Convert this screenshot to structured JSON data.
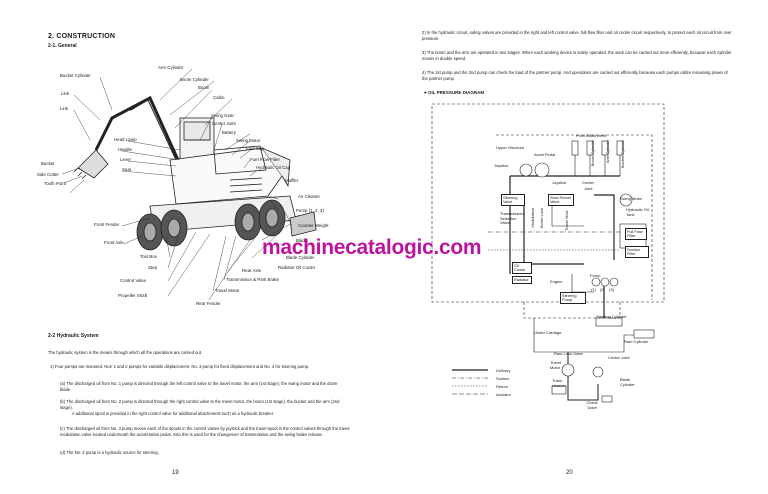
{
  "left_page": {
    "section_title": "2.  CONSTRUCTION",
    "subsection_title": "2-1.  General",
    "labels": {
      "bucket_cylinder": "Bucket Cylinder",
      "link1": "Link",
      "link2": "Link",
      "arm_cylinder": "Arm Cylinder",
      "boom_cylinder": "Boom Cylinder",
      "boom": "Boom",
      "cabin": "Cabin",
      "swing_gear": "Swing Gear",
      "center_joint": "Center Joint",
      "battery": "Battery",
      "swing_motor": "Swing Motor",
      "fuel_cap": "Fuel Cap",
      "head_lamp": "Head Lamp",
      "handle": "Handle",
      "lever": "Lever",
      "seat": "Seat",
      "fuel_flow_filter": "Fuel Flow Filter",
      "hydraulic_oil_cap": "Hydraulic Oil Cap",
      "bucket": "Bucket",
      "side_cutter": "Side Cutter",
      "tooth_point": "Tooth Point",
      "muffler": "Muffler",
      "air_cleaner": "Air Cleaner",
      "pump": "Pump (1, 2, 3)",
      "counter_weight": "Counter Weight",
      "front_fender": "Front Fender",
      "front_axle": "Front Axle",
      "blade": "Blade",
      "tool_box": "Tool Box",
      "blade_cylinder": "Blade Cylinder",
      "step": "Step",
      "radiator_oil_cooler": "Radiator Oil Cooler",
      "rear_axle": "Rear Axle",
      "control_valve": "Control Valve",
      "transmission": "Transmission & Park Brake",
      "travel_motor": "Travel Motor",
      "propeller_shaft": "Propeller Shaft",
      "rear_fender": "Rear Fender"
    },
    "hydraulic_title": "2-2  Hydraulic System",
    "intro": "The hydraulic system is the means through which all the operations are carried out.",
    "item1": "1)   Four pumps are mounted, Nos' 1 and 2 pumps for variable displacement, No. 3 pump for fixed displacement and No. 4 for steering pump.",
    "item_a": "(a)   The discharged oil from No. 1 pump is directed through the left control valve to the travel motor, the arm (1st stage), the swing motor and the dozer blade.",
    "item_b": "(b)   The discharged oil from No. 2 pump is directed through the right control valve to the travel motor, the boom (1st stage), the bucket and the arm (2nd stage).",
    "item_b2": "A additional spool is provided in the right control valve for additional attachments such as a hydraulic breaker.",
    "item_c": "(c)   The discharged oil from No. 3 pump moves each of the spools in the control valves by joystick and the travel spool in the control valves through the travel modulation valve located underneath the acceleration pedal. Also this is used for the changeover of transmission and the swing brake release.",
    "item_d": "(d)   The No. 4 pump is a hydraulic source for steering.",
    "page_number": "19"
  },
  "right_page": {
    "item2": "2)   In the hydraulic circuit, safety valves are provided in the right and left control valve, full-flow filter and oil cooler circuit respectively, to protect each oil circuit from over pressure.",
    "item3": "3)   The boom and the arm are operated in two stages. When each working device is solely operated, the work can be carried out more efficiently, because each cylinder moves in double speed.",
    "item4": "4)   The 1st pump and the 2nd pump can check the load of the partner pump. And operations are carried out efficiently because each pumps utilize remaining power of the partner pump.",
    "diagram_title": "OIL PRESSURE DIAGRAM",
    "d": {
      "front_attachment": "Front Attachment",
      "upper_structure": "Upper Structure",
      "accel_pedal": "Accel Pedal",
      "joystick_left": "Joystick",
      "joystick_right": "Joystick",
      "center": "Center",
      "joint": "Joint",
      "steering_valve": "Steering Valve",
      "slow_return_valve": "Slow Return Valve",
      "swing_motor": "Swing Motor",
      "transmission_selection_valve": "Transmission Selection Valve",
      "hydraulic_oil_tank": "Hydraulic Oil Tank",
      "full_flow_filter": "Full Flow Filter",
      "suction_filter": "Suction Filter",
      "oil_cooler": "Oil Cooler",
      "radiator": "Radiator",
      "engine": "Engine",
      "pump": "Pump",
      "pump1": "(1)",
      "pump2": "(2)",
      "pump3": "(3)",
      "steering_pump": "Steering Pump",
      "steering_cylinder": "Steering Cylinder",
      "under_carriage": "Under Carriage",
      "ram_cylinder": "Ram Cylinder",
      "ram_lock_valve": "Ram Lock Valve",
      "travel_motor": "Travel Motor",
      "center_joint": "Center Joint",
      "trans_mission": "Trans mission",
      "blade_cylinder": "Blade Cylinder",
      "check_valve": "Check Valve",
      "delivery": "Delivery",
      "suction": "Suction",
      "return": "Return",
      "actuator": "Actuator",
      "boom_cyl": "Boom Cylinder",
      "arm_cyl": "Arm Cylinder",
      "bucket_cyl": "Bucket Cylinder",
      "modulation": "Modulation",
      "boom_lock": "Boom Lock",
      "travel_mod": "Travel Mod."
    },
    "page_number": "20"
  },
  "watermark": "machinecatalogic.com"
}
